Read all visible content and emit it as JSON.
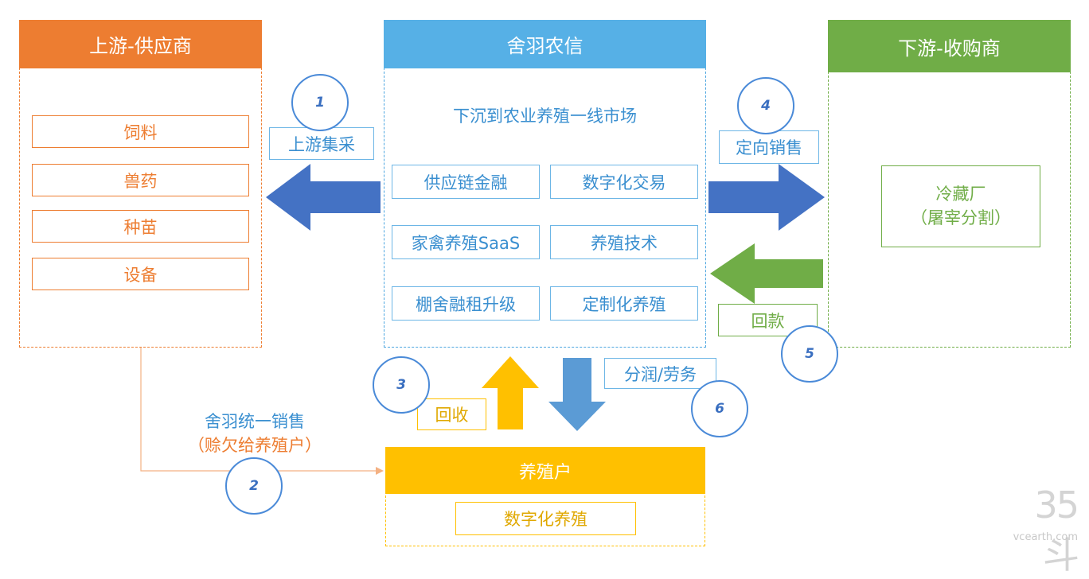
{
  "upstream": {
    "title": "上游-供应商",
    "items": [
      "饲料",
      "兽药",
      "种苗",
      "设备"
    ]
  },
  "center": {
    "title": "舍羽农信",
    "subtitle": "下沉到农业养殖一线市场",
    "services": [
      "供应链金融",
      "数字化交易",
      "家禽养殖SaaS",
      "养殖技术",
      "棚舍融租升级",
      "定制化养殖"
    ]
  },
  "downstream": {
    "title": "下游-收购商",
    "item_line1": "冷藏厂",
    "item_line2": "（屠宰分割）"
  },
  "farmer": {
    "title": "养殖户",
    "item": "数字化养殖"
  },
  "flows": {
    "step1": {
      "num": "1",
      "label": "上游集采"
    },
    "step2": {
      "num": "2",
      "label_line1": "舍羽统一销售",
      "label_line2": "（赊欠给养殖户）"
    },
    "step3": {
      "num": "3",
      "label": "回收"
    },
    "step4": {
      "num": "4",
      "label": "定向销售"
    },
    "step5": {
      "num": "5",
      "label": "回款"
    },
    "step6": {
      "num": "6",
      "label": "分润/劳务"
    }
  },
  "watermark": {
    "logo": "35斗",
    "site": "vcearth.com"
  },
  "colors": {
    "orange": "#ed7d31",
    "blue": "#4da6e0",
    "green": "#70ad47",
    "yellow": "#ffc000",
    "darkblue": "#4472c4"
  }
}
